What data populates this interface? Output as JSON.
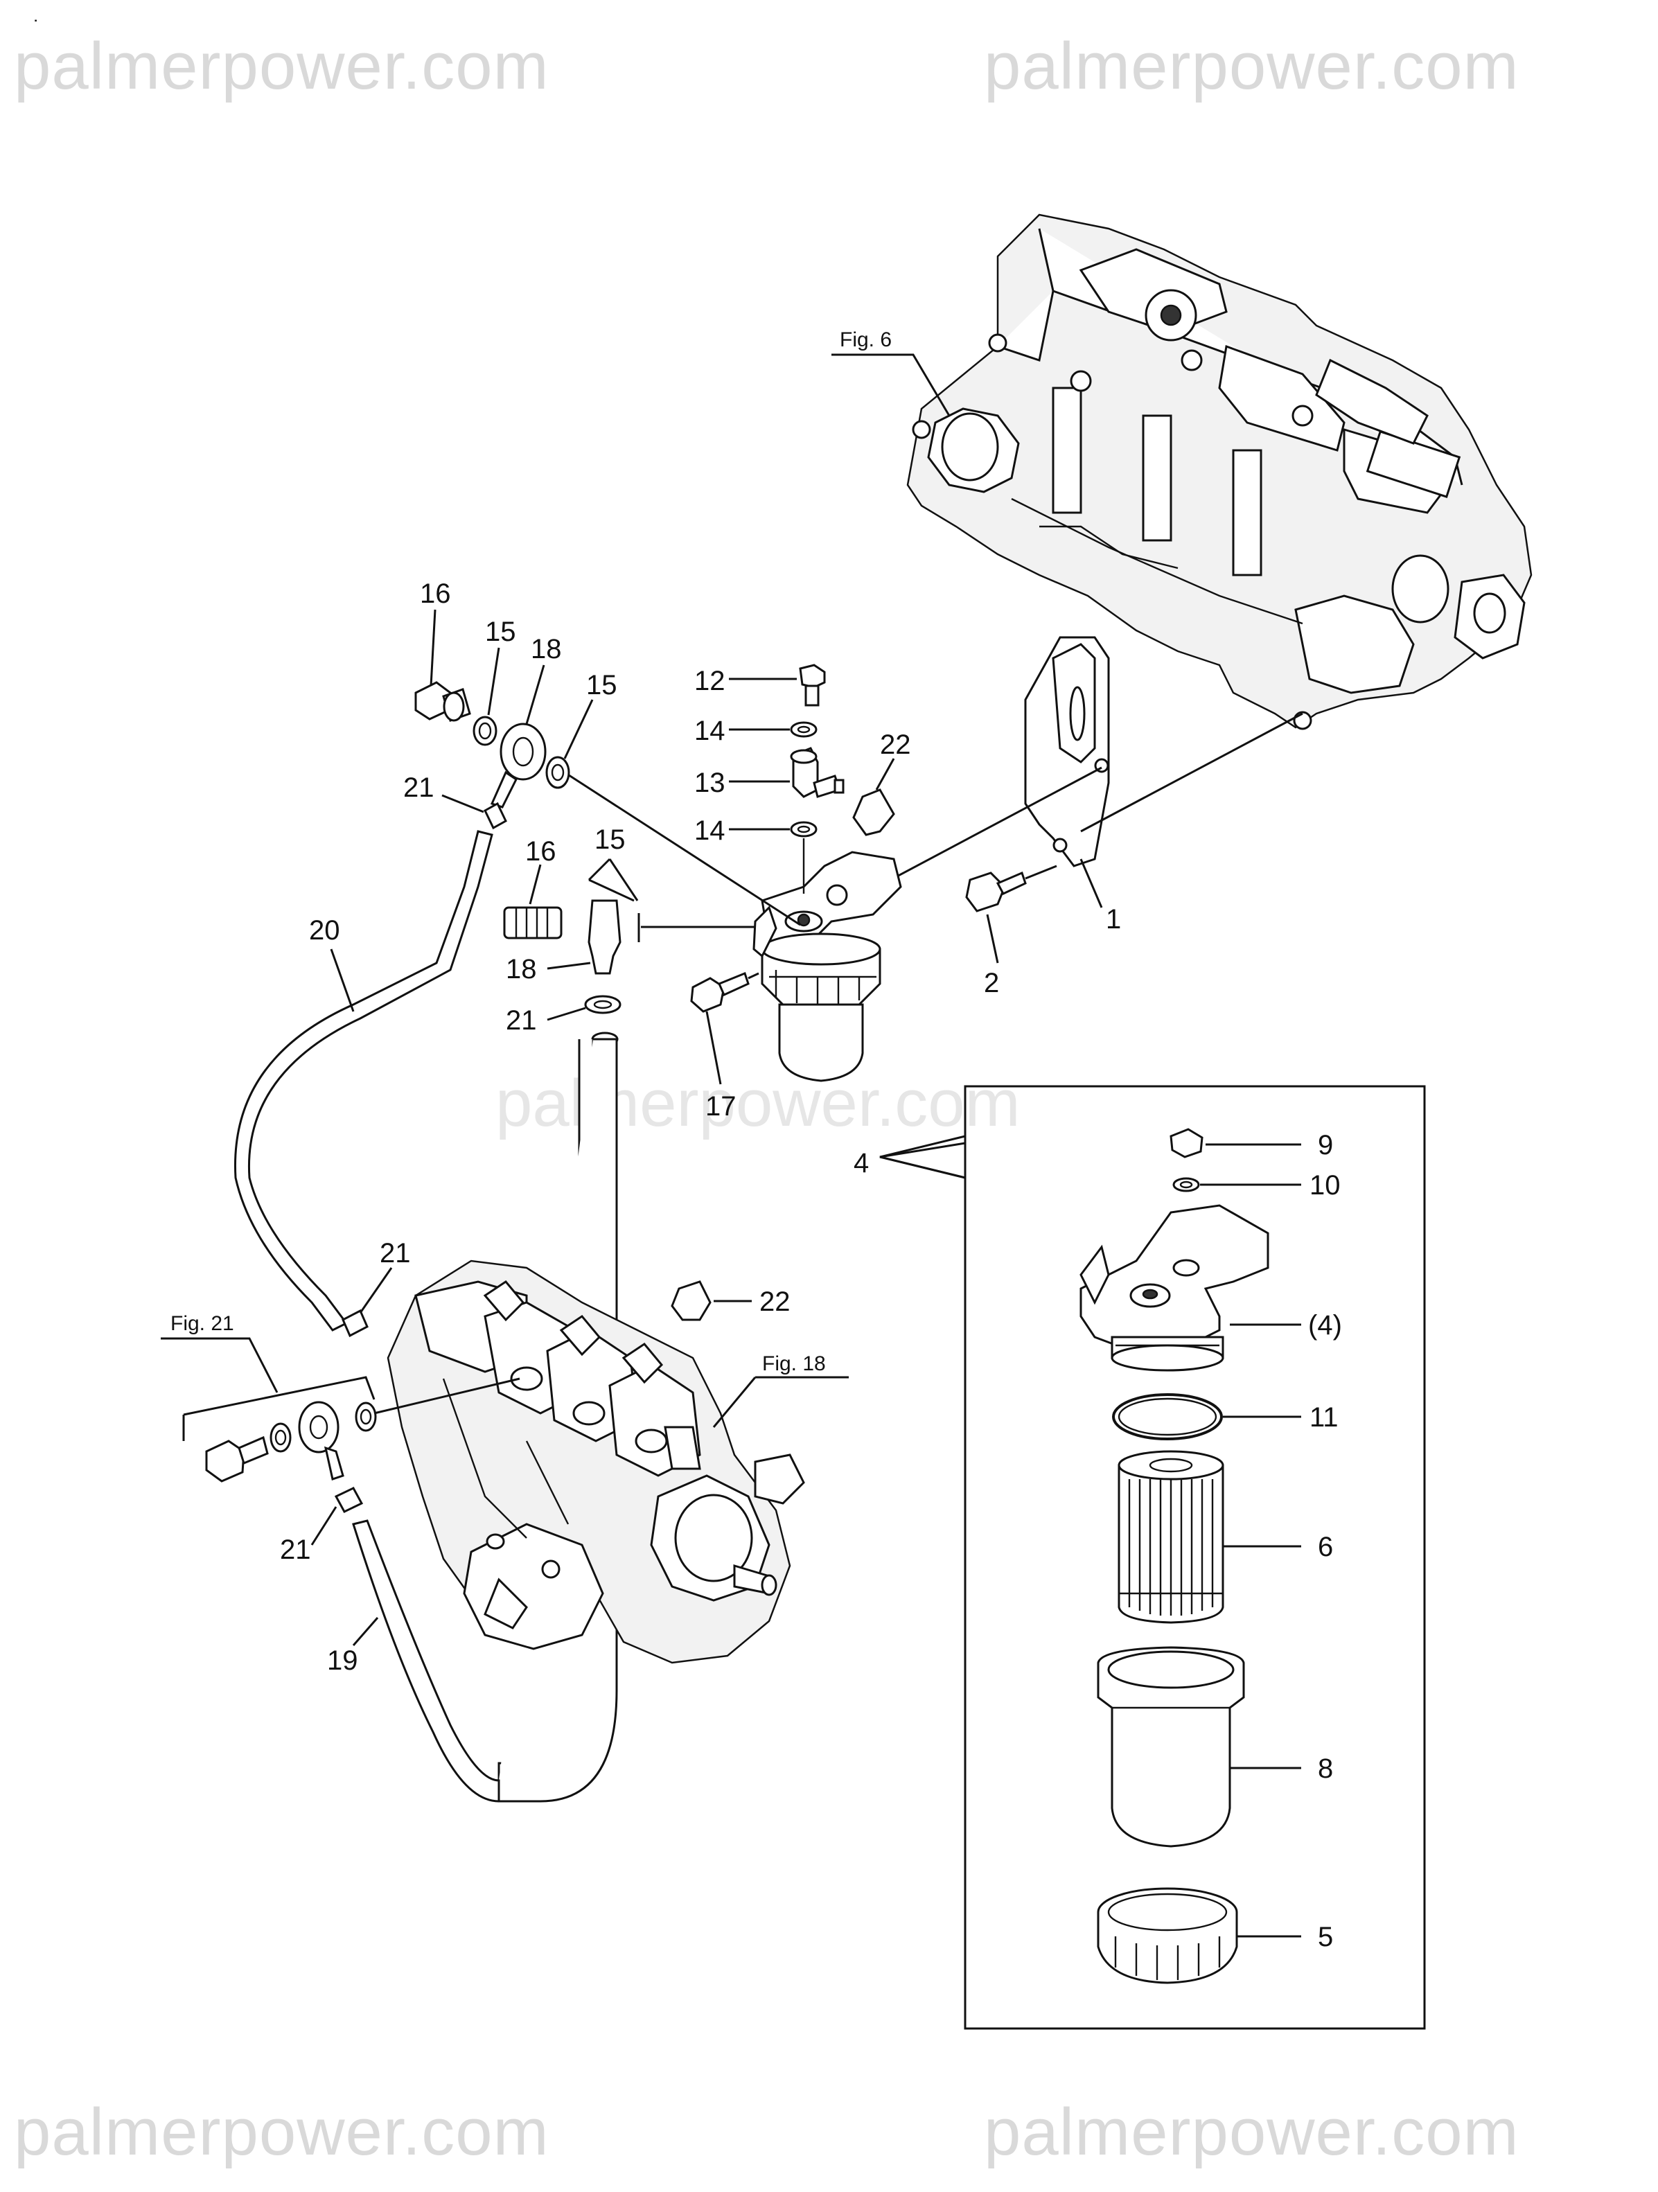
{
  "watermarks": {
    "top_left": "palmerpower.com",
    "top_right": "palmerpower.com",
    "center": "palmerpower.com",
    "bottom_left": "palmerpower.com",
    "bottom_right": "palmerpower.com"
  },
  "figure_refs": {
    "fig6": "Fig. 6",
    "fig21": "Fig. 21",
    "fig18": "Fig. 18"
  },
  "labels": {
    "p1": "1",
    "p2": "2",
    "p4": "4",
    "p12": "12",
    "p13": "13",
    "p14a": "14",
    "p14b": "14",
    "p15a": "15",
    "p15b": "15",
    "p15c": "15",
    "p16a": "16",
    "p16b": "16",
    "p17": "17",
    "p18a": "18",
    "p18b": "18",
    "p19": "19",
    "p20": "20",
    "p21a": "21",
    "p21b": "21",
    "p21c": "21",
    "p21d": "21",
    "p22a": "22",
    "p22b": "22"
  },
  "detail_labels": {
    "p9": "9",
    "p10": "10",
    "p4_sub": "(4)",
    "p11": "11",
    "p6": "6",
    "p8": "8",
    "p5": "5"
  },
  "marks": {
    "corner_tick": "˙"
  }
}
